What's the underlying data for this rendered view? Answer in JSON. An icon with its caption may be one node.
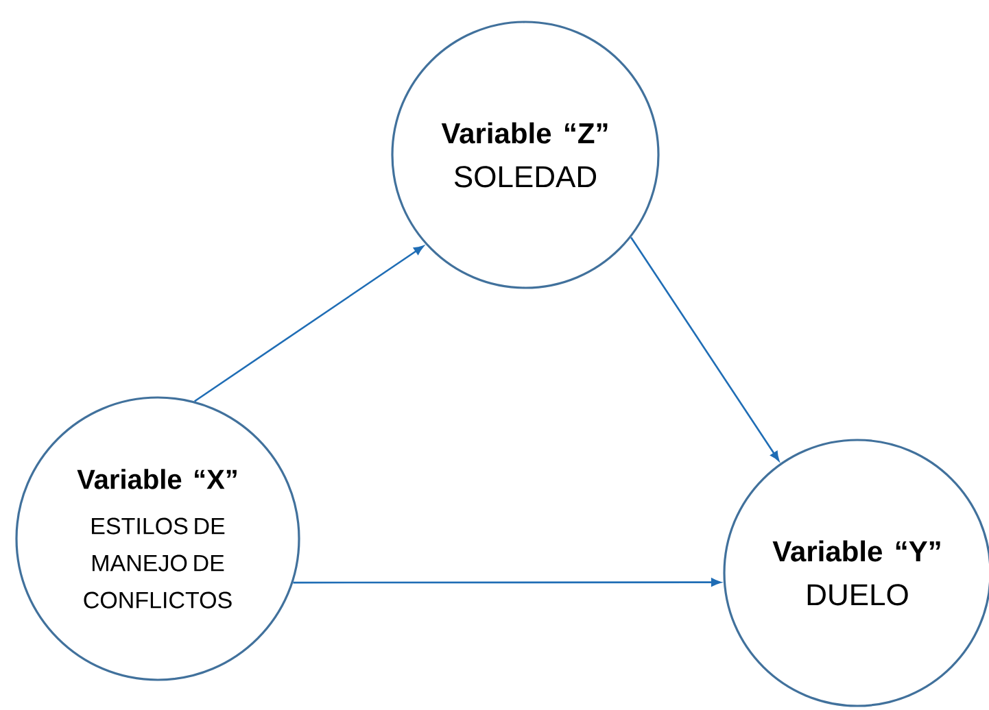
{
  "diagram": {
    "nodes": [
      {
        "text": [
          "Variable “Z”",
          "SOLEDAD"
        ]
      },
      {
        "text": [
          "Variable “X”",
          "ESTILOS DE MANEJO DE CONFLICTOS"
        ]
      },
      {
        "text": [
          "Variable “Y”",
          "DUELO"
        ]
      }
    ],
    "edges": [
      {
        "from": 1,
        "to": 0,
        "arrow": "to"
      },
      {
        "from": 0,
        "to": 2,
        "arrow": "to"
      },
      {
        "from": 1,
        "to": 2,
        "arrow": "to"
      }
    ]
  }
}
